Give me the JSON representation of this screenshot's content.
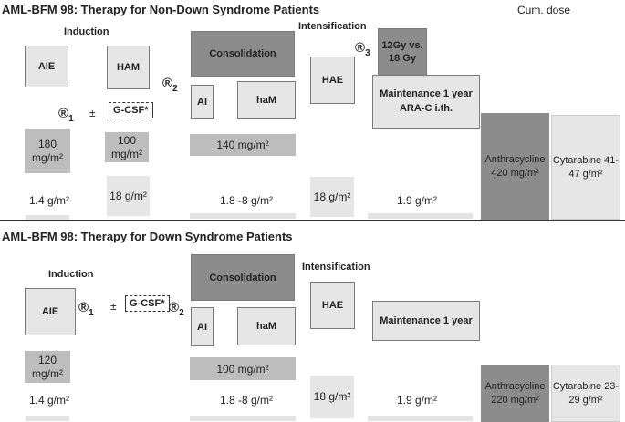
{
  "colors": {
    "light": "#e6e6e6",
    "medium": "#bdbdbd",
    "dark": "#8c8c8c",
    "line": "#333333"
  },
  "top": {
    "title": "AML-BFM 98: Therapy for Non-Down Syndrome Patients",
    "cum_dose": "Cum. dose",
    "induction": "Induction",
    "intensification": "Intensification",
    "aie": "AIE",
    "ham": "HAM",
    "r1": "®",
    "r1_sub": "1",
    "plusminus": "±",
    "gcsf": "G-CSF*",
    "r2": "®",
    "r2_sub": "2",
    "consolidation": "Consolidation",
    "ai": "AI",
    "ham2": "haM",
    "hae": "HAE",
    "r3": "®",
    "r3_sub": "3",
    "radiation": "12Gy vs. 18 Gy",
    "maintenance": "Maintenance 1 year ARA-C i.th.",
    "dose_180": "180 mg/m²",
    "dose_100": "100 mg/m²",
    "dose_140": "140 mg/m²",
    "g_14": "1.4 g/m²",
    "g_18": "18 g/m²",
    "g_18_8": "1.8 -8 g/m²",
    "g_18b": "18 g/m²",
    "g_19": "1.9 g/m²",
    "anthra": "Anthracycline 420 mg/m²",
    "cytara": "Cytarabine 41-47 g/m²"
  },
  "bottom": {
    "title": "AML-BFM 98: Therapy for Down Syndrome Patients",
    "induction": "Induction",
    "intensification": "Intensification",
    "aie": "AIE",
    "r1": "®",
    "r1_sub": "1",
    "plusminus": "±",
    "gcsf": "G-CSF*",
    "r2": "®",
    "r2_sub": "2",
    "consolidation": "Consolidation",
    "ai": "AI",
    "ham2": "haM",
    "hae": "HAE",
    "maintenance": "Maintenance 1 year",
    "dose_120": "120 mg/m²",
    "dose_100": "100 mg/m²",
    "g_14": "1.4 g/m²",
    "g_18_8": "1.8 -8 g/m²",
    "g_18": "18 g/m²",
    "g_19": "1.9 g/m²",
    "anthra": "Anthracycline 220 mg/m²",
    "cytara": "Cytarabine 23-29 g/m²"
  }
}
